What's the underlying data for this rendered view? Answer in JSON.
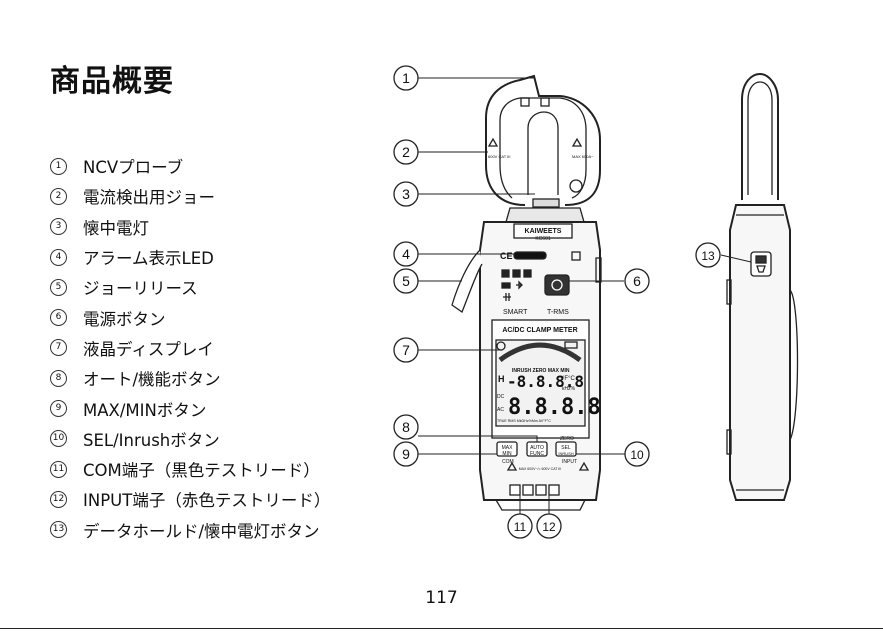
{
  "title": "商品概要",
  "legend": [
    {
      "num": "1",
      "label": "NCVプローブ"
    },
    {
      "num": "2",
      "label": "電流検出用ジョー"
    },
    {
      "num": "3",
      "label": "懐中電灯"
    },
    {
      "num": "4",
      "label": "アラーム表示LED"
    },
    {
      "num": "5",
      "label": "ジョーリリース"
    },
    {
      "num": "6",
      "label": "電源ボタン"
    },
    {
      "num": "7",
      "label": "液晶ディスプレイ"
    },
    {
      "num": "8",
      "label": "オート/機能ボタン"
    },
    {
      "num": "9",
      "label": "MAX/MINボタン"
    },
    {
      "num": "10",
      "label": "SEL/Inrushボタン"
    },
    {
      "num": "11",
      "label": "COM端子（黒色テストリード）"
    },
    {
      "num": "12",
      "label": "INPUT端子（赤色テストリード）"
    },
    {
      "num": "13",
      "label": "データホールド/懐中電灯ボタン"
    }
  ],
  "device": {
    "brand": "KAIWEETS",
    "model": "KC601",
    "jaw_rating_left": "600V CAT III",
    "jaw_rating_right": "MAX 600A~",
    "smart_label": "SMART",
    "trms_label": "T-RMS",
    "meter_title": "AC/DC CLAMP METER",
    "lcd_status": "INRUSH ZERO MAX MIN",
    "lcd_hold": "H",
    "lcd_digits_top": "-8.8.8.8",
    "lcd_digits_bottom": "8.8.8.8",
    "lcd_units_top": "°F°C",
    "lcd_units_mid": "kHz%",
    "lcd_dc": "DC",
    "lcd_ac": "AC",
    "lcd_bottom_units": "TRUE RMS MkΩHz%Mm AV°F°C",
    "btn_max": "MAX",
    "btn_min": "MIN",
    "btn_auto": "AUTO",
    "btn_func": "FUNC",
    "btn_sel": "SEL",
    "btn_inrush": "INRUSH",
    "zero_label": "ZERO",
    "com_label": "COM",
    "input_label": "INPUT",
    "terminal_rating": "MAX 600V~/= 600V CAT III",
    "ce_mark": "CE"
  },
  "callouts": [
    {
      "num": "1"
    },
    {
      "num": "2"
    },
    {
      "num": "3"
    },
    {
      "num": "4"
    },
    {
      "num": "5"
    },
    {
      "num": "6"
    },
    {
      "num": "7"
    },
    {
      "num": "8"
    },
    {
      "num": "9"
    },
    {
      "num": "10"
    },
    {
      "num": "11"
    },
    {
      "num": "12"
    },
    {
      "num": "13"
    }
  ],
  "page_number": "117"
}
